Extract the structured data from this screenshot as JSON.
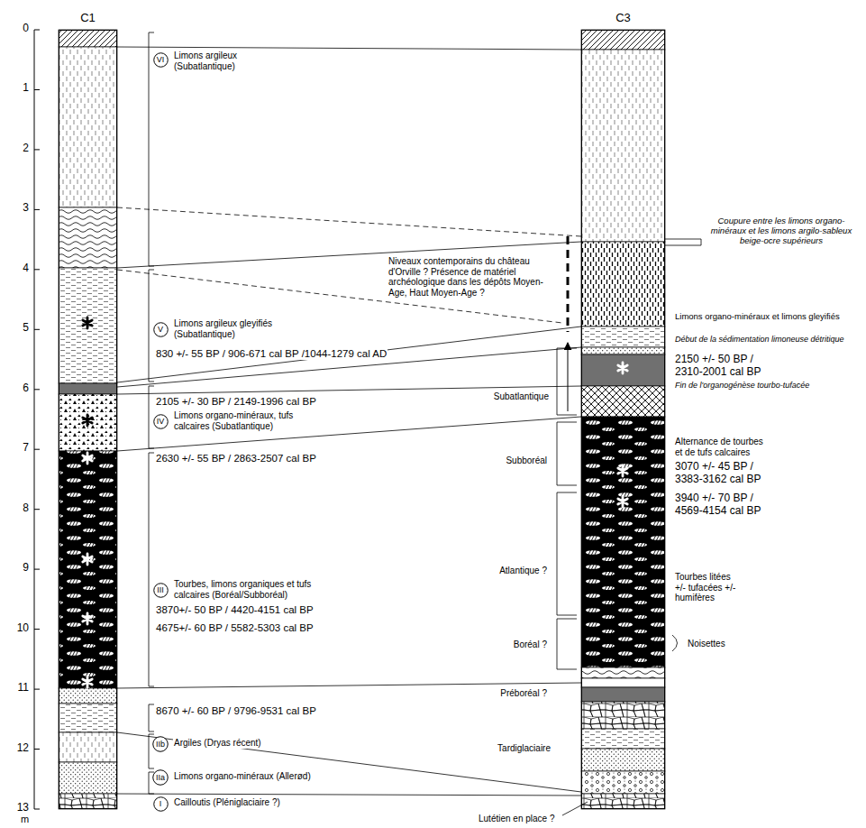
{
  "diagram": {
    "nodes": [
      {
        "text": [
          "C1"
        ]
      },
      {
        "text": [
          "C3"
        ]
      },
      {
        "text": [
          "VI"
        ]
      },
      {
        "text": [
          "V"
        ]
      },
      {
        "text": [
          "IV"
        ]
      },
      {
        "text": [
          "III"
        ]
      },
      {
        "text": [
          "IIb"
        ]
      },
      {
        "text": [
          "IIa"
        ]
      },
      {
        "text": [
          "I"
        ]
      }
    ],
    "labels": [
      "0",
      "1",
      "2",
      "3",
      "4",
      "5",
      "6",
      "7",
      "8",
      "9",
      "10",
      "11",
      "12",
      "13",
      "m",
      "Limons argileux (Subatlantique)",
      "Limons argileux gleyifiés (Subatlantique)",
      "830 +/- 55 BP / 906-671 cal BP /1044-1279 cal AD",
      "2105 +/- 30 BP / 2149-1996 cal BP",
      "Limons organo-minéraux, tufs calcaires (Subatlantique)",
      "2630 +/- 55 BP / 2863-2507 cal BP",
      "Tourbes, limons organiques et tufs calcaires (Boréal/Subboréal)",
      "3870+/- 50 BP / 4420-4151 cal BP",
      "4675+/- 60 BP / 5582-5303 cal BP",
      "8670 +/- 60 BP / 9796-9531 cal BP",
      "Argiles (Dryas récent)",
      "Limons organo-minéraux (Allerød)",
      "Cailloutis (Pléniglaciaire ?)",
      "Niveaux contemporains du château d'Orville ? Présence de matériel archéologique dans les dépôts Moyen-Age, Haut Moyen-Age ?",
      "Subatlantique",
      "Subboréal",
      "Atlantique ?",
      "Boréal ?",
      "Préboréal ?",
      "Tardiglaciaire",
      "Lutétien en place ?",
      "Coupure entre les limons organo-minéraux et les limons argilo-sableux beige-ocre supérieurs",
      "Limons organo-minéraux et limons gleyifiés",
      "Début de la sédimentation limoneuse détritique",
      "2150 +/- 50 BP / 2310-2001 cal BP",
      "Fin de l'organogénèse tourbo-tufacée",
      "Alternance de tourbes et de tufs calcaires",
      "3070 +/- 45 BP / 3383-3162 cal BP",
      "3940 +/- 70 BP / 4569-4154 cal BP",
      "Tourbes litées +/- tufacées +/- humifères",
      "Noisettes"
    ]
  }
}
